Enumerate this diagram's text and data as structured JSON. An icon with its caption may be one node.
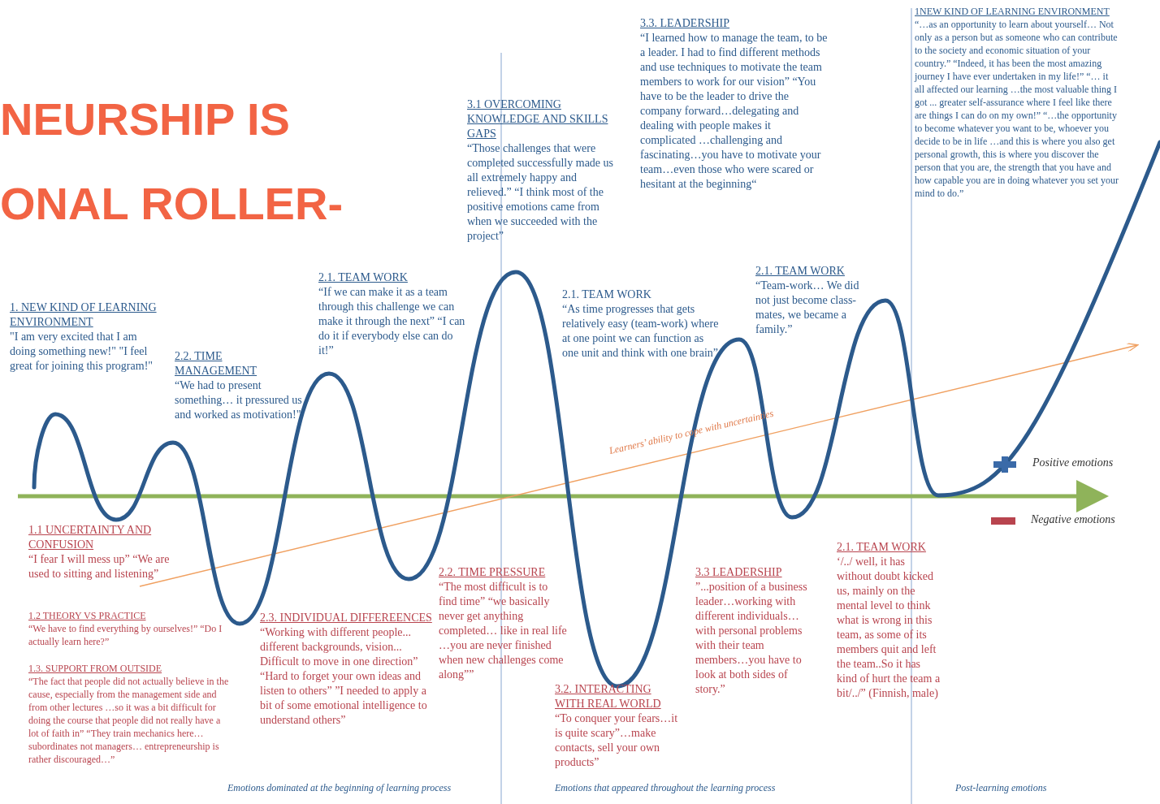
{
  "diagram": {
    "title": "NEURSHIP IS ONAL ROLLER-",
    "labels": [
      "1. NEW KIND OF LEARNING ENVIRONMENT",
      "\"I am very excited that I am doing something new!\" \"I feel great for joining this program!\"",
      "2.2. TIME MANAGEMENT",
      "“We had to present something… it pressured us and worked as motivation!\"",
      "2.1. TEAM WORK",
      "“If we can make it as a team through this challenge we can make it through the next” “I can do it if everybody else can do it!”",
      "3.1 OVERCOMING KNOWLEDGE AND SKILLS GAPS",
      "“Those challenges that were completed successfully made us all extremely happy and relieved.” “I think most of the positive emotions came from when we succeeded with the project”",
      "2.1. TEAM WORK",
      "“As time progresses that gets relatively easy (team-work) where at one point we can function as one unit and think with one brain”",
      "3.3. LEADERSHIP",
      "“I learned how to manage the team, to be a leader. I had to find different methods and use techniques to motivate the team members to work for our vision” “You have to be the leader to drive the company forward…delegating and dealing with people makes it complicated …challenging and fascinating…you have to motivate your team…even those who were scared or hesitant at the beginning“",
      "2.1. TEAM WORK",
      "“Team-work… We did not just become class-mates, we became a family.”",
      "1NEW KIND OF LEARNING ENVIRONMENT",
      "“…as an opportunity to learn about yourself… Not only as a person but as someone who can contribute to the society and economic situation of your country.” “Indeed, it has been the most amazing journey I have ever undertaken in my life!” “… it all affected our learning …the most valuable thing I got ... greater self-assurance where I feel like there are things I can do on my own!” “…the opportunity to become whatever you want to be, whoever you decide to be in life …and this is where you also get personal growth, this is where you discover the person that you are, the strength that you have and how capable you are in doing whatever you set your mind to do.”",
      "1.1 UNCERTAINTY AND CONFUSION",
      "“I fear I will mess up” “We are used to sitting and listening”",
      "1.2 THEORY VS PRACTICE",
      "“We have to find everything by ourselves!” “Do I actually learn here?”",
      "1.3. SUPPORT FROM OUTSIDE",
      "“The fact that people did not actually believe in the cause, especially from the management side and from other lectures …so it was a bit difficult for doing the course that people did not really have a lot of faith in” “They train mechanics here…subordinates not managers… entrepreneurship is rather discouraged…”",
      "2.3. INDIVIDUAL DIFFEREENCES",
      "“Working with different people... different backgrounds, vision... Difficult to move in one direction” “Hard to forget your own ideas and listen to others” ”I needed to apply a bit of some emotional intelligence to understand others”",
      "2.2. TIME PRESSURE",
      "“The most difficult is to find time” “we basically never get anything completed… like in real life …you are never finished when new challenges come along””",
      "3.2. INTERACTING WITH REAL WORLD",
      "“To conquer your fears…it is quite scary”…make contacts, sell your own products”",
      "3.3 LEADERSHIP",
      "”...position of a business leader…working with different individuals…with personal problems with their team members…you have to look at both sides of story.”",
      "2.1. TEAM WORK",
      "‘/../ well, it has without doubt kicked us, mainly on the mental level to think what is wrong in this team, as some of its members quit and left the team..So it has kind of hurt the team a bit/../” (Finnish, male)",
      "Learners’ ability to cope with uncertainties",
      "Emotions dominated at the beginning of learning process",
      "Emotions that appeared throughout the learning process",
      "Post-learning emotions"
    ],
    "legend": [
      {
        "text": "Positive emotions"
      },
      {
        "text": "Negative emotions"
      }
    ]
  }
}
